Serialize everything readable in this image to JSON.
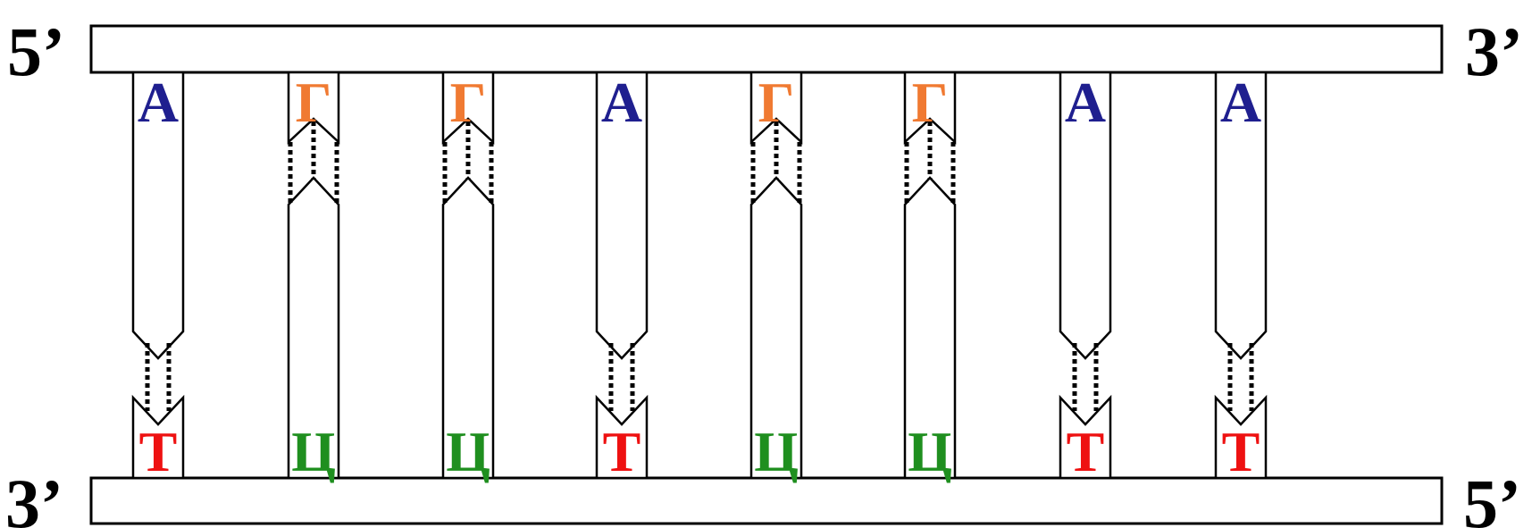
{
  "strands": {
    "top": {
      "left_end": "5’",
      "right_end": "3’"
    },
    "bottom": {
      "left_end": "3’",
      "right_end": "5’"
    }
  },
  "colors": {
    "A": "#1f1f8f",
    "Г": "#f07a32",
    "Т": "#ee1111",
    "Ц": "#1f8f1f"
  },
  "pairs": [
    {
      "top": "А",
      "bottom": "Т",
      "type": "AT"
    },
    {
      "top": "Г",
      "bottom": "Ц",
      "type": "GC"
    },
    {
      "top": "Г",
      "bottom": "Ц",
      "type": "GC"
    },
    {
      "top": "А",
      "bottom": "Т",
      "type": "AT"
    },
    {
      "top": "Г",
      "bottom": "Ц",
      "type": "GC"
    },
    {
      "top": "Г",
      "bottom": "Ц",
      "type": "GC"
    },
    {
      "top": "А",
      "bottom": "Т",
      "type": "AT"
    },
    {
      "top": "А",
      "bottom": "Т",
      "type": "AT"
    }
  ]
}
